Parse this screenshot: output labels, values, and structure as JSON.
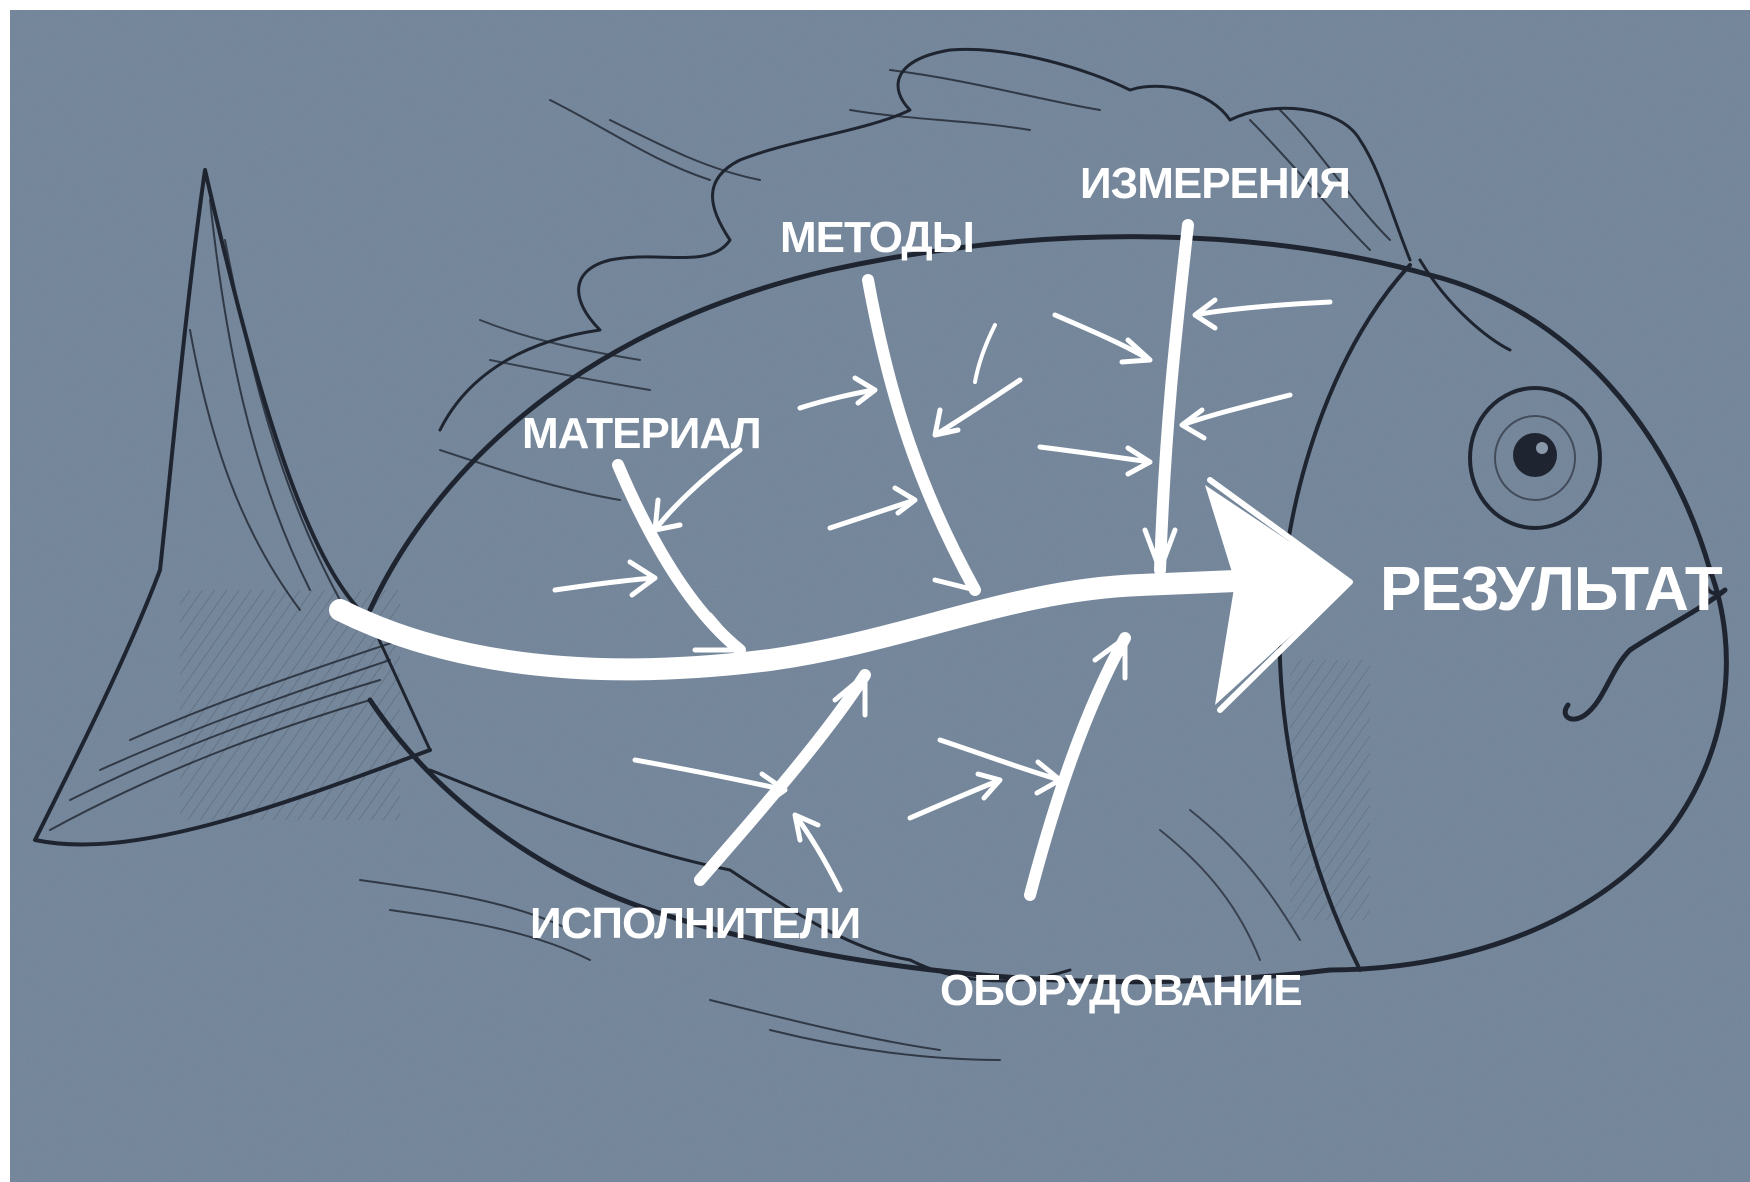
{
  "diagram": {
    "type": "fishbone",
    "colors": {
      "background": "#6f8196",
      "chalk": "#ffffff",
      "sketch": "#1f2530"
    },
    "labels": {
      "result": "РЕЗУЛЬТАТ",
      "material": "МАТЕРИАЛ",
      "methods": "МЕТОДЫ",
      "measurements": "ИЗМЕРЕНИЯ",
      "performers": "ИСПОЛНИТЕЛИ",
      "equipment": "ОБОРУДОВАНИЕ"
    }
  }
}
